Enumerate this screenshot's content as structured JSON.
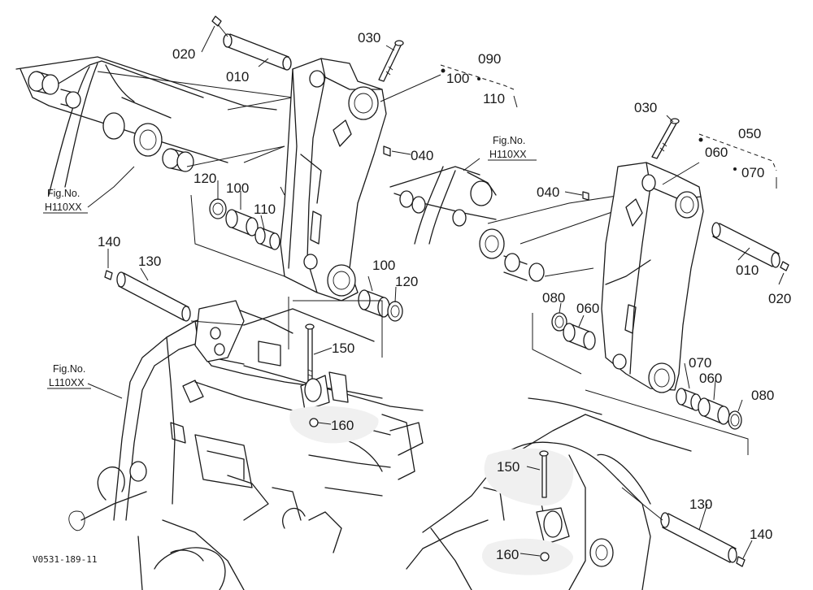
{
  "diagram": {
    "code": "V0531-189-11",
    "part_numbers": {
      "p020a": "020",
      "p010a": "010",
      "p030a": "030",
      "p090": "090",
      "p100a": "100",
      "p110a": "110",
      "p040a": "040",
      "p120a": "120",
      "p100b": "100",
      "p110b": "110",
      "p100c": "100",
      "p120b": "120",
      "p140a": "140",
      "p130a": "130",
      "p150a": "150",
      "p160a": "160",
      "p030b": "030",
      "p050": "050",
      "p060a": "060",
      "p070a": "070",
      "p040b": "040",
      "p010b": "010",
      "p020b": "020",
      "p080a": "080",
      "p060b": "060",
      "p070b": "070",
      "p060c": "060",
      "p080b": "080",
      "p150b": "150",
      "p130b": "130",
      "p140b": "140",
      "p160b": "160"
    },
    "figure_refs": {
      "ref1_label": "Fig.No.",
      "ref1_code": "H110XX",
      "ref2_label": "Fig.No.",
      "ref2_code": "H110XX",
      "ref3_label": "Fig.No.",
      "ref3_code": "L110XX"
    }
  }
}
